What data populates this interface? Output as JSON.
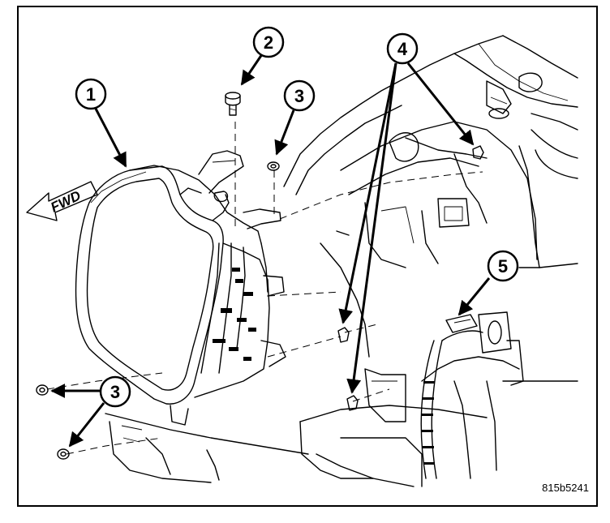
{
  "figure_id": "815b5241",
  "fwd_label": "FWD",
  "callouts": [
    {
      "id": "c1",
      "label": "1"
    },
    {
      "id": "c2",
      "label": "2"
    },
    {
      "id": "c3a",
      "label": "3"
    },
    {
      "id": "c4",
      "label": "4"
    },
    {
      "id": "c5",
      "label": "5"
    },
    {
      "id": "c3b",
      "label": "3"
    }
  ]
}
